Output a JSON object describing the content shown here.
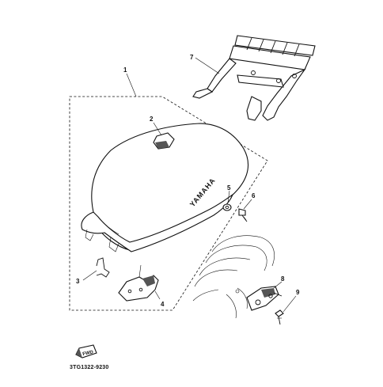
{
  "callouts": {
    "c1": "1",
    "c2": "2",
    "c3": "3",
    "c4": "4",
    "c5": "5",
    "c6": "6",
    "c7": "7",
    "c8": "8",
    "c9": "9"
  },
  "seat_brand": "YAMAHA",
  "fwd_label": "FWD",
  "diagram_code": "3TG1322-9230",
  "icons": {
    "front_arrow": "fwd-arrow-icon"
  }
}
